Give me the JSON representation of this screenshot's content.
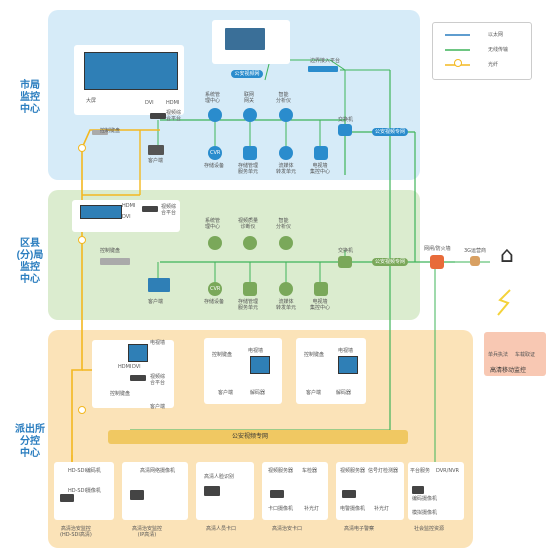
{
  "legend": {
    "ethernet": "以太网",
    "wireless": "无线传输",
    "fiber": "光纤"
  },
  "city": {
    "title": "市局\n监控\n中心",
    "big_screen": "大屏",
    "dvi": "DVI",
    "hdmi": "HDMI",
    "video_platform": "视频综\n合平台",
    "keyboard": "控制键盘",
    "client": "客户端",
    "public_net_label": "公安视频网",
    "border_access": "边界接入平台",
    "switch": "交换机",
    "net_pill": "公安视频专网",
    "services": [
      "系统管\n理中心",
      "联网\n网关",
      "智能\n分析仪"
    ],
    "devices": [
      "存储设备",
      "存储管理\n服务单元",
      "流媒体\n转发单元",
      "电视墙\n集控中心"
    ],
    "cvr": "CVR"
  },
  "district": {
    "title": "区县\n(分)局\n监控\n中心",
    "hdmi": "HDMI",
    "dvi": "DVI",
    "video_platform": "视频综\n合平台",
    "keyboard": "控制键盘",
    "client": "客户端",
    "switch": "交换机",
    "net_pill": "公安视频专网",
    "services": [
      "系统管\n理中心",
      "视频质量\n诊断仪",
      "智能\n分析仪"
    ],
    "devices": [
      "存储设备",
      "存储管理\n服务单元",
      "流媒体\n转发单元",
      "电视墙\n集控中心"
    ],
    "cvr": "CVR",
    "gateway": "网闸/防火墙",
    "gw3g": "3G运营商"
  },
  "mobile": {
    "title": "高清移动监控",
    "items": [
      "单兵执法",
      "车载取证"
    ]
  },
  "station": {
    "title": "派出所\n分控\n中心",
    "tvwall": "电视墙",
    "hdmi": "HDMI",
    "dvi": "DVI",
    "video_platform": "视频综\n合平台",
    "keyboard": "控制键盘",
    "client": "客户端",
    "decoder": "解码器",
    "net_bar": "公安视频专网",
    "groups": [
      {
        "name": "高清治安监控\n(HD-SDI高清)",
        "tags": [
          "HD-SDI编码机",
          "HD-SDI摄像机"
        ]
      },
      {
        "name": "高清治安监控\n(IP高清)",
        "tags": [
          "高清网络摄像机"
        ]
      },
      {
        "name": "高清人员卡口",
        "tags": [
          "高清人脸识别"
        ]
      },
      {
        "name": "高清治安卡口",
        "tags": [
          "视频服务器",
          "车检器",
          "卡口摄像机",
          "补光灯"
        ]
      },
      {
        "name": "高清电子警察",
        "tags": [
          "视频服务器",
          "信号灯检测器",
          "电警摄像机",
          "补光灯"
        ]
      },
      {
        "name": "社会监控资源",
        "tags": [
          "平台服务",
          "DVR/NVR",
          "编码摄像机",
          "模拟摄像机"
        ]
      }
    ]
  }
}
